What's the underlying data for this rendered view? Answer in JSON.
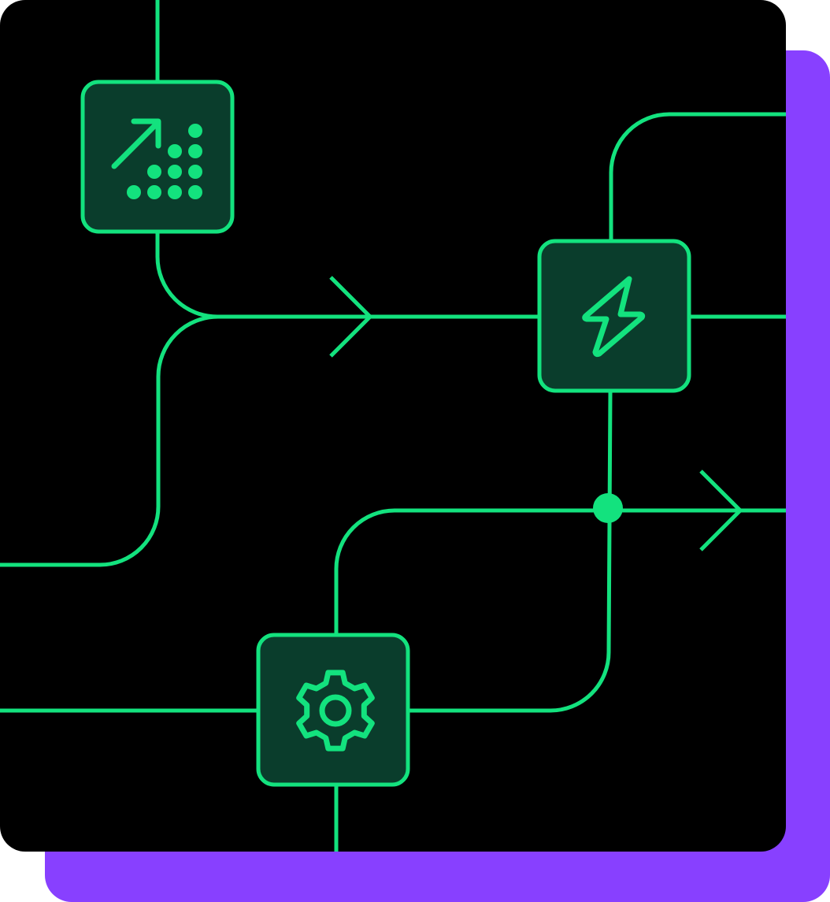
{
  "colors": {
    "accent": "#13E27E",
    "node_fill": "#0A3D2C",
    "canvas": "#000000",
    "backdrop": "#8840FF"
  },
  "nodes": [
    {
      "id": "growth-node",
      "icon": "trend-arrow-dots-icon"
    },
    {
      "id": "power-node",
      "icon": "lightning-bolt-icon"
    },
    {
      "id": "settings-node",
      "icon": "gear-icon"
    }
  ]
}
